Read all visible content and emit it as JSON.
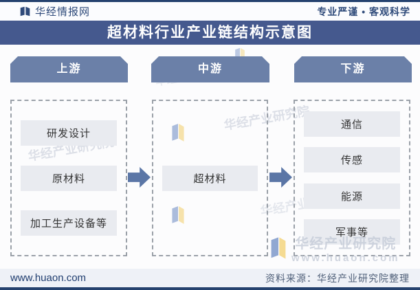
{
  "header": {
    "brand": "华经情报网",
    "slogan": "专业严谨 • 客观科学"
  },
  "title": "超材料行业产业链结构示意图",
  "columns": [
    {
      "label": "上游",
      "items": [
        "研发设计",
        "原材料",
        "加工生产设备等"
      ]
    },
    {
      "label": "中游",
      "items": [
        "超材料"
      ]
    },
    {
      "label": "下游",
      "items": [
        "通信",
        "传感",
        "能源",
        "军事等"
      ]
    }
  ],
  "footer": {
    "website": "www.huaon.com",
    "source": "资料来源：华经产业研究院整理"
  },
  "watermark": {
    "text": "华经产业研究院",
    "url": "www.huaon.com"
  },
  "icons": {
    "brand_logo": "open-book-logo",
    "arrow": "arrow-right"
  },
  "colors": {
    "title_bar": "#45598e",
    "column_header": "#6b80a8",
    "arrow": "#5b76a6",
    "item_bg": "#e9ebf0",
    "item_text": "#333333",
    "footer_bg": "#eef1f7",
    "footer_link": "#1e3c6e",
    "source_text": "#4f5f78",
    "dark_line": "#24416e",
    "brand_text": "#2e4a7a",
    "dashed_border": "#9aa0a8",
    "watermark": "#c2c9d6",
    "logo_blue": "#4a6fb5",
    "logo_yellow": "#f0c44a"
  }
}
